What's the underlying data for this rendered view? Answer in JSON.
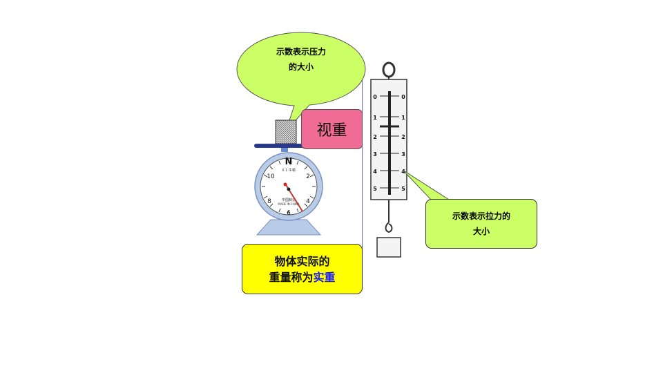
{
  "callouts": {
    "scale_bubble": {
      "line1": "示数表示压力",
      "line2": "的大小"
    },
    "apparent_weight": "视重",
    "actual_weight": {
      "line1": "物体实际的",
      "line2_prefix": "重量称为",
      "line2_highlight": "实重"
    },
    "spring_bubble": {
      "line1": "示数表示拉力的",
      "line2": "大小"
    }
  },
  "platform_scale": {
    "dial_numbers": [
      "N",
      "2",
      "4",
      "6",
      "8",
      "10"
    ],
    "dial_top_text": "X 1 牛顿",
    "dial_bottom_text_1": "中国制造",
    "dial_bottom_text_2": "MADE IN CHINA"
  },
  "spring_scale": {
    "scale_numbers": [
      "0",
      "1",
      "2",
      "3",
      "4",
      "5"
    ]
  },
  "colors": {
    "scale_bubble": "#ccff66",
    "apparent_weight": "#f06b95",
    "actual_weight": "#ffff00",
    "spring_bubble": "#ccff66",
    "highlight": "#1a1aff"
  }
}
